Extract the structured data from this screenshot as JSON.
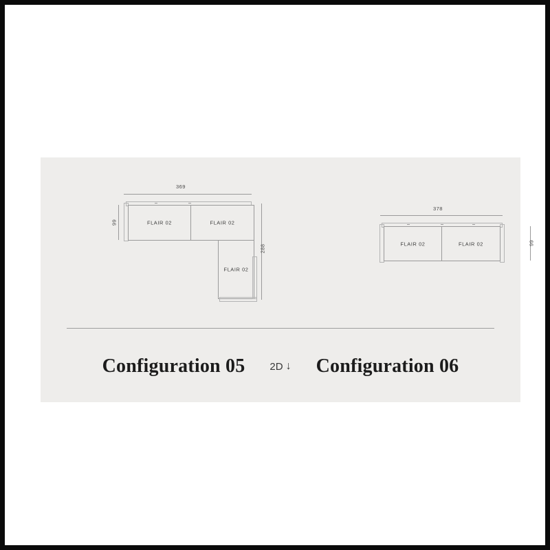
{
  "page": {
    "background_color": "#ffffff",
    "border_color": "#0a0a0a",
    "panel_color": "#EEEDEB",
    "line_color": "#9a9a9a",
    "text_color": "#1c1c1c"
  },
  "caption": {
    "left_title": "Configuration 05",
    "right_title": "Configuration 06",
    "view_toggle_label": "2D",
    "view_toggle_arrow": "↓"
  },
  "configurations": [
    {
      "id": "configuration-05",
      "shape": "L-shaped",
      "dimensions": {
        "width": "369",
        "depth": "288",
        "module_depth": "99"
      },
      "modules": [
        {
          "label": "FLAIR 02",
          "position": "top-left"
        },
        {
          "label": "FLAIR 02",
          "position": "top-right"
        },
        {
          "label": "FLAIR 02",
          "position": "vertical-right"
        }
      ]
    },
    {
      "id": "configuration-06",
      "shape": "straight",
      "dimensions": {
        "width": "378",
        "depth": "99"
      },
      "modules": [
        {
          "label": "FLAIR 02",
          "position": "left"
        },
        {
          "label": "FLAIR 02",
          "position": "right"
        }
      ]
    }
  ]
}
